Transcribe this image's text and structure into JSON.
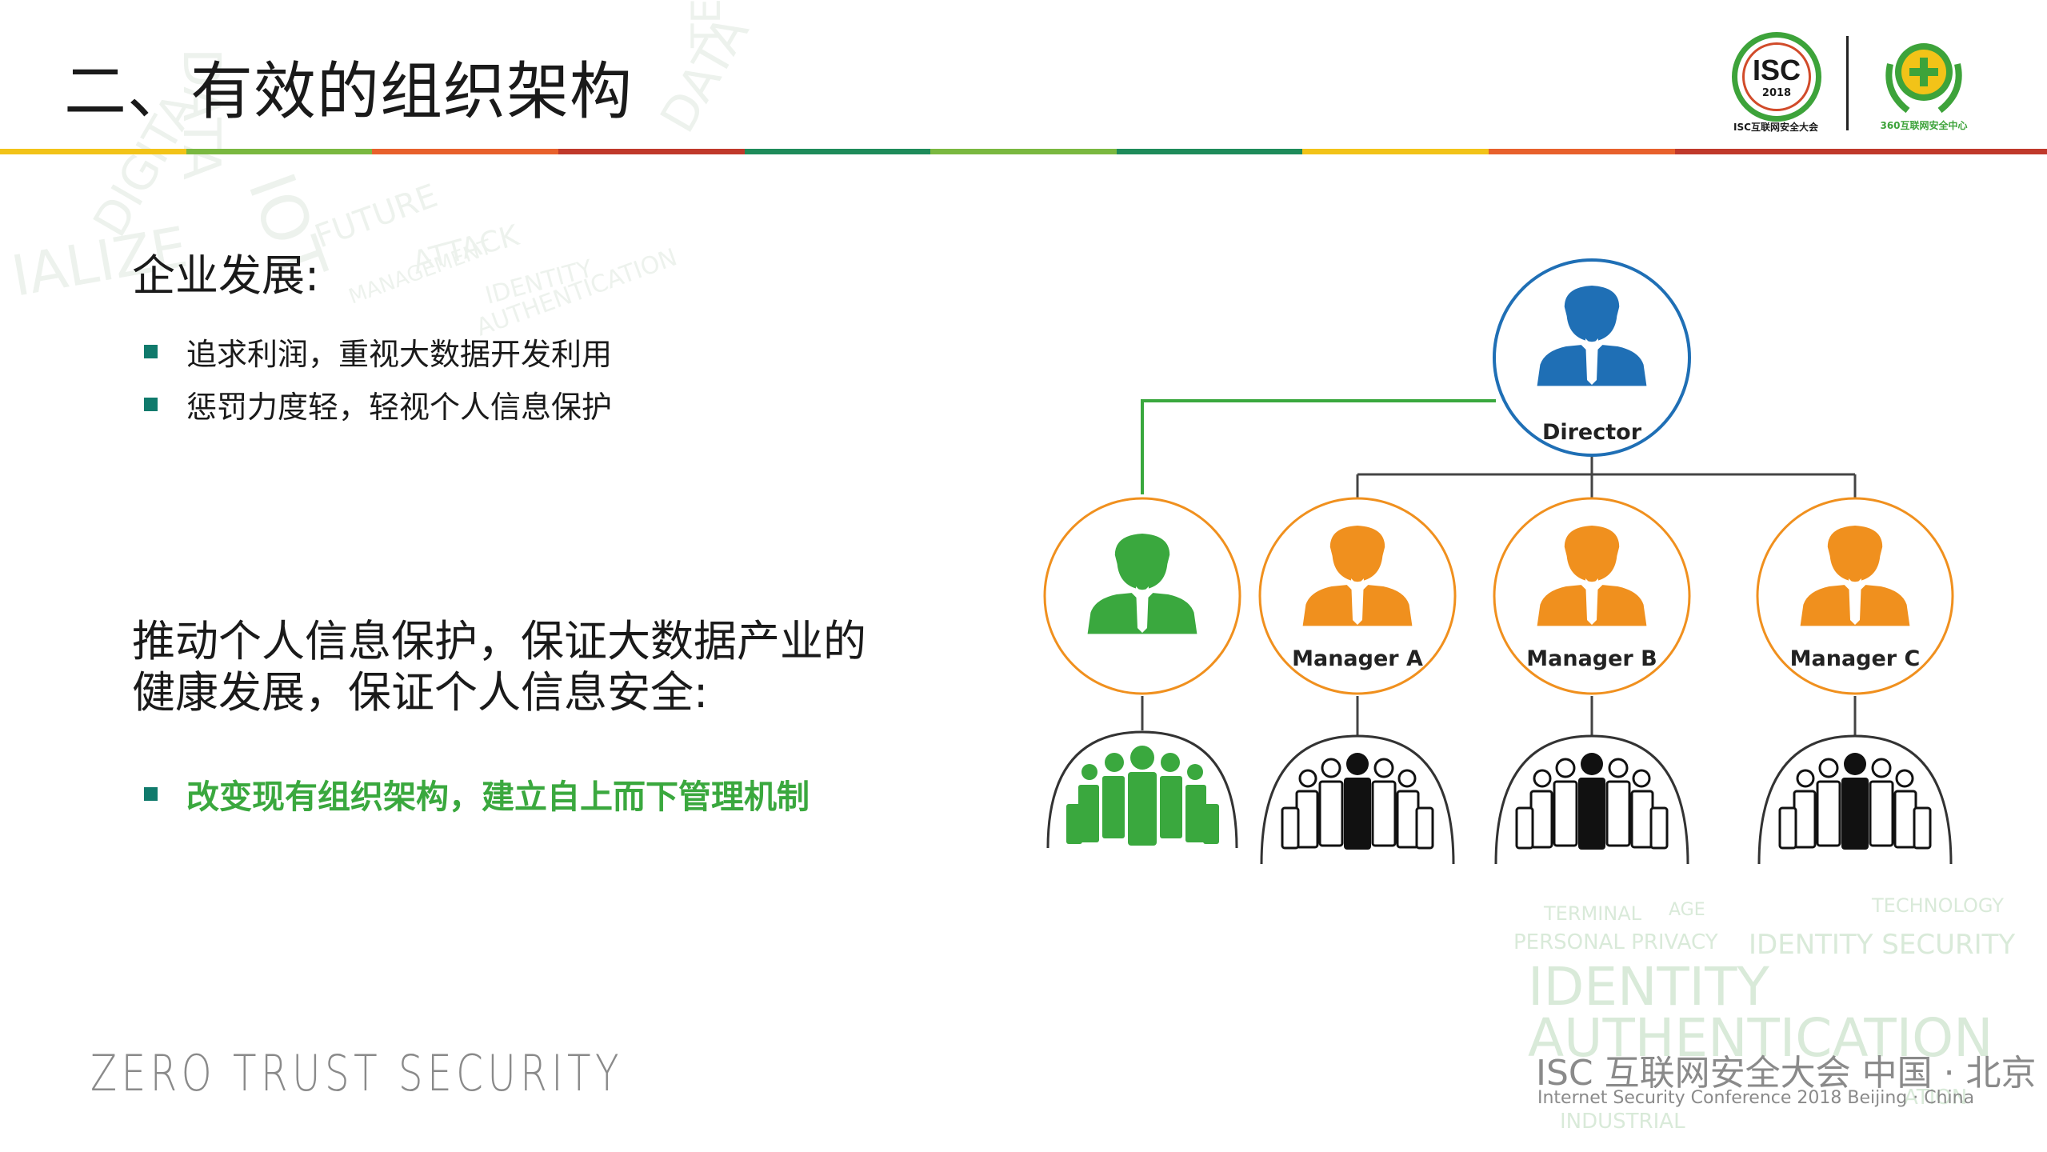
{
  "header": {
    "title": "二、有效的组织架构",
    "logo_isc_text": "ISC",
    "logo_isc_year": "2018",
    "logo_isc_caption": "ISC互联网安全大会",
    "logo_360_caption": "360互联网安全中心"
  },
  "section1": {
    "heading": "企业发展:",
    "bullets": [
      "追求利润，重视大数据开发利用",
      "惩罚力度轻，轻视个人信息保护"
    ]
  },
  "section2": {
    "paragraph": "推动个人信息保护，保证大数据产业的健康发展，保证个人信息安全:",
    "highlight_bullet": "改变现有组织架构，建立自上而下管理机制"
  },
  "org_chart": {
    "director": "Director",
    "managers": [
      "Manager A",
      "Manager B",
      "Manager C"
    ]
  },
  "colors": {
    "blue": "#1f6fb5",
    "green": "#3aa83e",
    "orange": "#f0901e",
    "teal_bullet": "#107a6c",
    "dark": "#1a1a1a"
  },
  "footer": {
    "left": "ZERO TRUST SECURITY",
    "cn": "ISC 互联网安全大会 中国 · 北京",
    "en": "Internet Security Conference 2018   Beijing · China",
    "watermark_words": [
      "TERMINAL",
      "AGE",
      "PERSONAL PRIVACY",
      "IDENTITY SECURITY",
      "IDENTITY",
      "AUTHENTICATION",
      "INDUSTRIAL",
      "TECHNOLOGY",
      "ATION"
    ]
  }
}
